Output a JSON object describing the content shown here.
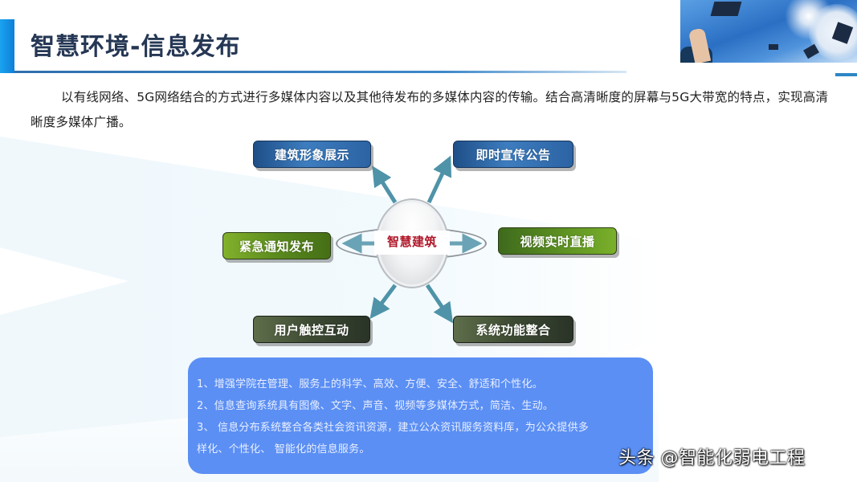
{
  "slide": {
    "title": "智慧环境-信息发布",
    "intro": "以有线网络、5G网络结合的方式进行多媒体内容以及其他待发布的多媒体内容的传输。结合高清晰度的屏幕与5G大带宽的特点，实现高清晰度多媒体广播。",
    "banner_image": "graduation-caps-sky-photo"
  },
  "diagram": {
    "center": "智慧建筑",
    "nodes": [
      {
        "id": "top-left",
        "label": "建筑形象展示",
        "color": "#2c63a3"
      },
      {
        "id": "top-right",
        "label": "即时宣传公告",
        "color": "#2c63a3"
      },
      {
        "id": "mid-left",
        "label": "紧急通知发布",
        "color": "#5a8a1e"
      },
      {
        "id": "mid-right",
        "label": "视频实时直播",
        "color": "#5a8e22"
      },
      {
        "id": "bottom-left",
        "label": "用户触控互动",
        "color": "#3d4a33"
      },
      {
        "id": "bottom-right",
        "label": "系统功能整合",
        "color": "#3d4a33"
      }
    ],
    "arrow_color": "#4f93a8",
    "center_text_color": "#b0182a"
  },
  "benefits": {
    "background": "#5b8ff4",
    "items": [
      "1、增强学院在管理、服务上的科学、高效、方便、安全、舒适和个性化。",
      "2、信息查询系统具有图像、文字、声音、视频等多媒体方式，简洁、生动。",
      "3、 信息分布系统整合各类社会资讯资源，建立公众资讯服务资料库，为公众提供多",
      "样化、个性化、 智能化的信息服务。"
    ]
  },
  "watermark": "头条 @智能化弱电工程"
}
